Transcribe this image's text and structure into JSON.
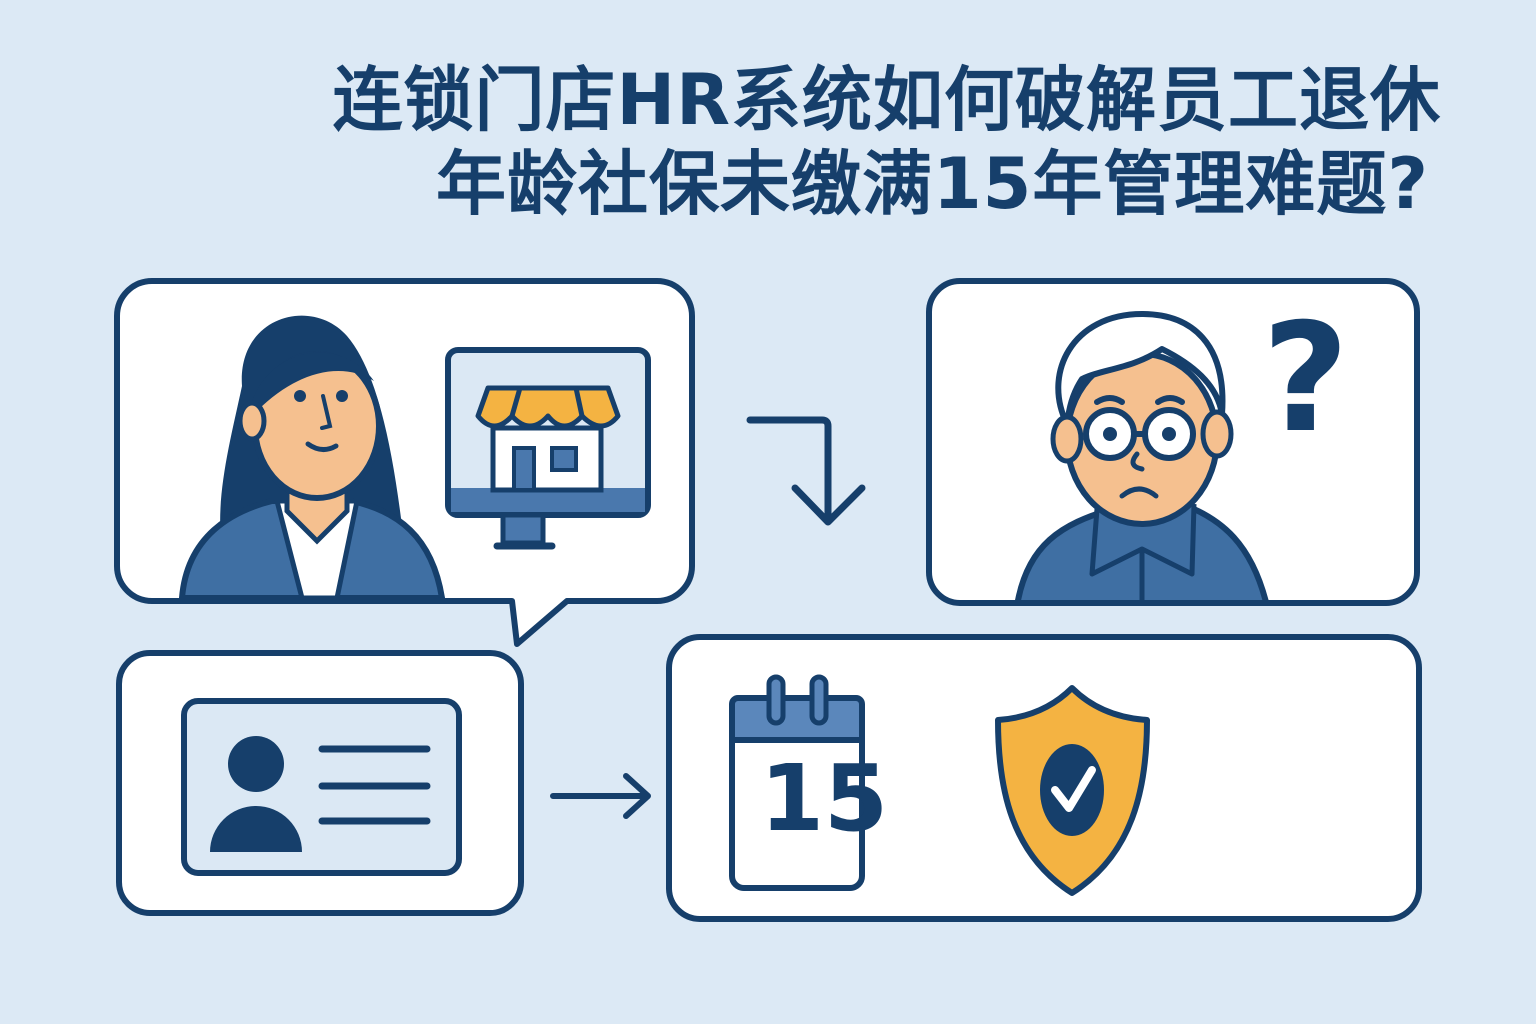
{
  "title": {
    "line1": "连锁门店HR系统如何破解员工退休",
    "line2": "年龄社保未缴满15年管理难题?"
  },
  "panels": {
    "hr_staff": {
      "label": "HR staff with store system monitor",
      "icons": [
        "hr-woman-icon",
        "store-monitor-icon"
      ]
    },
    "retiree": {
      "label": "Confused retiring employee",
      "icons": [
        "elderly-man-icon",
        "question-mark-icon"
      ]
    },
    "id_card": {
      "label": "Employee ID card",
      "icons": [
        "id-card-icon"
      ]
    },
    "solution": {
      "label": "15-year social security check",
      "calendar_number": "15",
      "icons": [
        "calendar-icon",
        "shield-check-icon"
      ]
    }
  },
  "question_mark": "?",
  "colors": {
    "background": "#dce9f5",
    "navy": "#163f6b",
    "blue": "#3f6fa3",
    "skin": "#f5c08f",
    "orange": "#f4b342",
    "light_blue": "#dbe8f4"
  }
}
